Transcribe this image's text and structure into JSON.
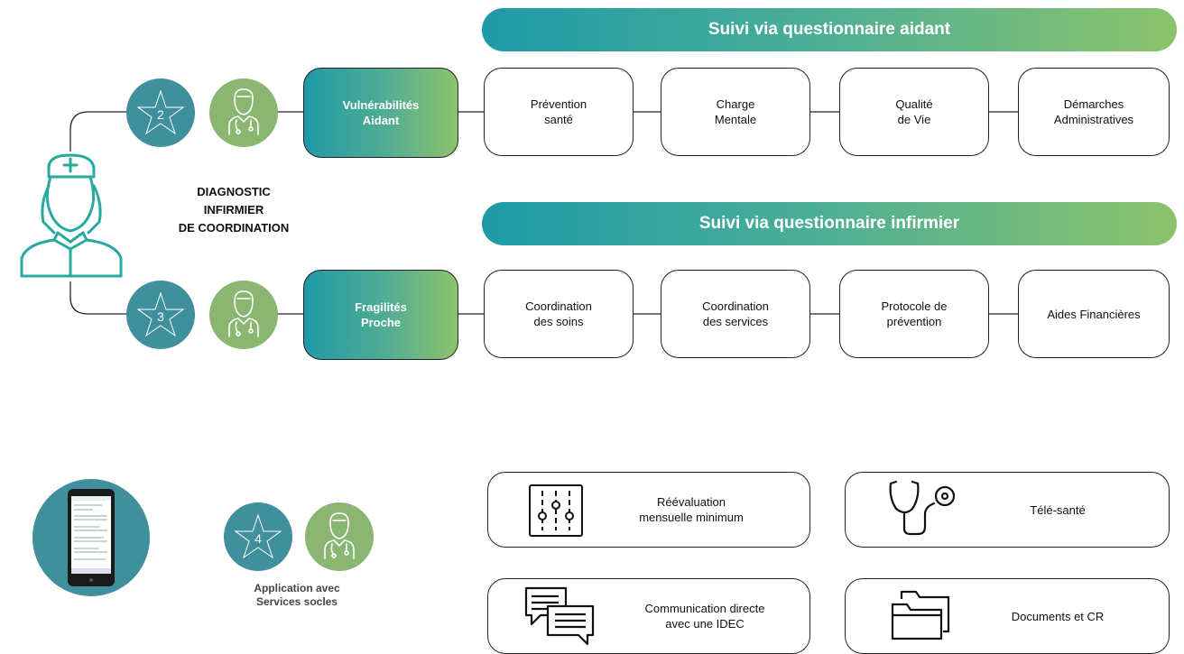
{
  "banners": {
    "aidant": "Suivi via questionnaire aidant",
    "infirmier": "Suivi via questionnaire infirmier"
  },
  "diagnostic_label": "DIAGNOSTIC\nINFIRMIER\nDE COORDINATION",
  "star_numbers": [
    "2",
    "3",
    "4"
  ],
  "row1": {
    "entry": "Vulnérabilités\nAidant",
    "cards": [
      "Prévention\nsanté",
      "Charge\nMentale",
      "Qualité\nde Vie",
      "Démarches\nAdministratives"
    ]
  },
  "row2": {
    "entry": "Fragilités\nProche",
    "cards": [
      "Coordination\ndes soins",
      "Coordination\ndes services",
      "Protocole     de\nprévention",
      "Aides Financières"
    ]
  },
  "app_label": "Application avec\nServices socles",
  "features": [
    {
      "label": "Réévaluation\nmensuelle minimum",
      "icon": "sliders-icon"
    },
    {
      "label": "Télé-santé",
      "icon": "stethoscope-icon"
    },
    {
      "label": "Communication directe\navec une IDEC",
      "icon": "chat-icon"
    },
    {
      "label": "Documents et CR",
      "icon": "folder-icon"
    }
  ],
  "colors": {
    "teal": "#3f8f9c",
    "green": "#8ab672",
    "gradient_start": "#1e9aa7",
    "gradient_end": "#8cc36c",
    "nurse_icon": "#27a9a0"
  }
}
